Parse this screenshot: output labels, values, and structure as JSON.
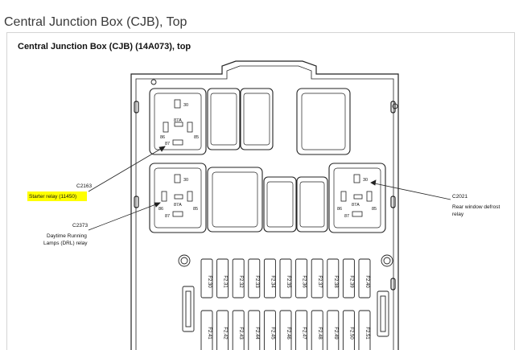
{
  "page": {
    "title": "Central Junction Box (CJB), Top"
  },
  "diagram": {
    "title": "Central Junction Box (CJB) (14A073), top",
    "callouts": [
      {
        "code": "C2163",
        "text": [
          "Starter relay (11450)"
        ],
        "highlight": "#ffff00"
      },
      {
        "code": "C2373",
        "text": [
          "Daytime Running",
          "Lamps (DRL) relay"
        ]
      },
      {
        "code": "C2021",
        "text": [
          "Rear window defrost",
          "relay"
        ]
      }
    ],
    "relay_pins": {
      "p30": "30",
      "p87a": "87A",
      "p86": "86",
      "p85": "85",
      "p87": "87"
    },
    "fuses_top": [
      "F2.30",
      "F2.31",
      "F2.32",
      "F2.33",
      "F2.34",
      "F2.35",
      "F2.36",
      "F2.37",
      "F2.38",
      "F2.39",
      "F2.40"
    ],
    "fuses_bottom": [
      "F2.41",
      "F2.42",
      "F2.43",
      "F2.44",
      "F2.45",
      "F2.46",
      "F2.47",
      "F2.48",
      "F2.49",
      "F2.50",
      "F2.51"
    ]
  }
}
